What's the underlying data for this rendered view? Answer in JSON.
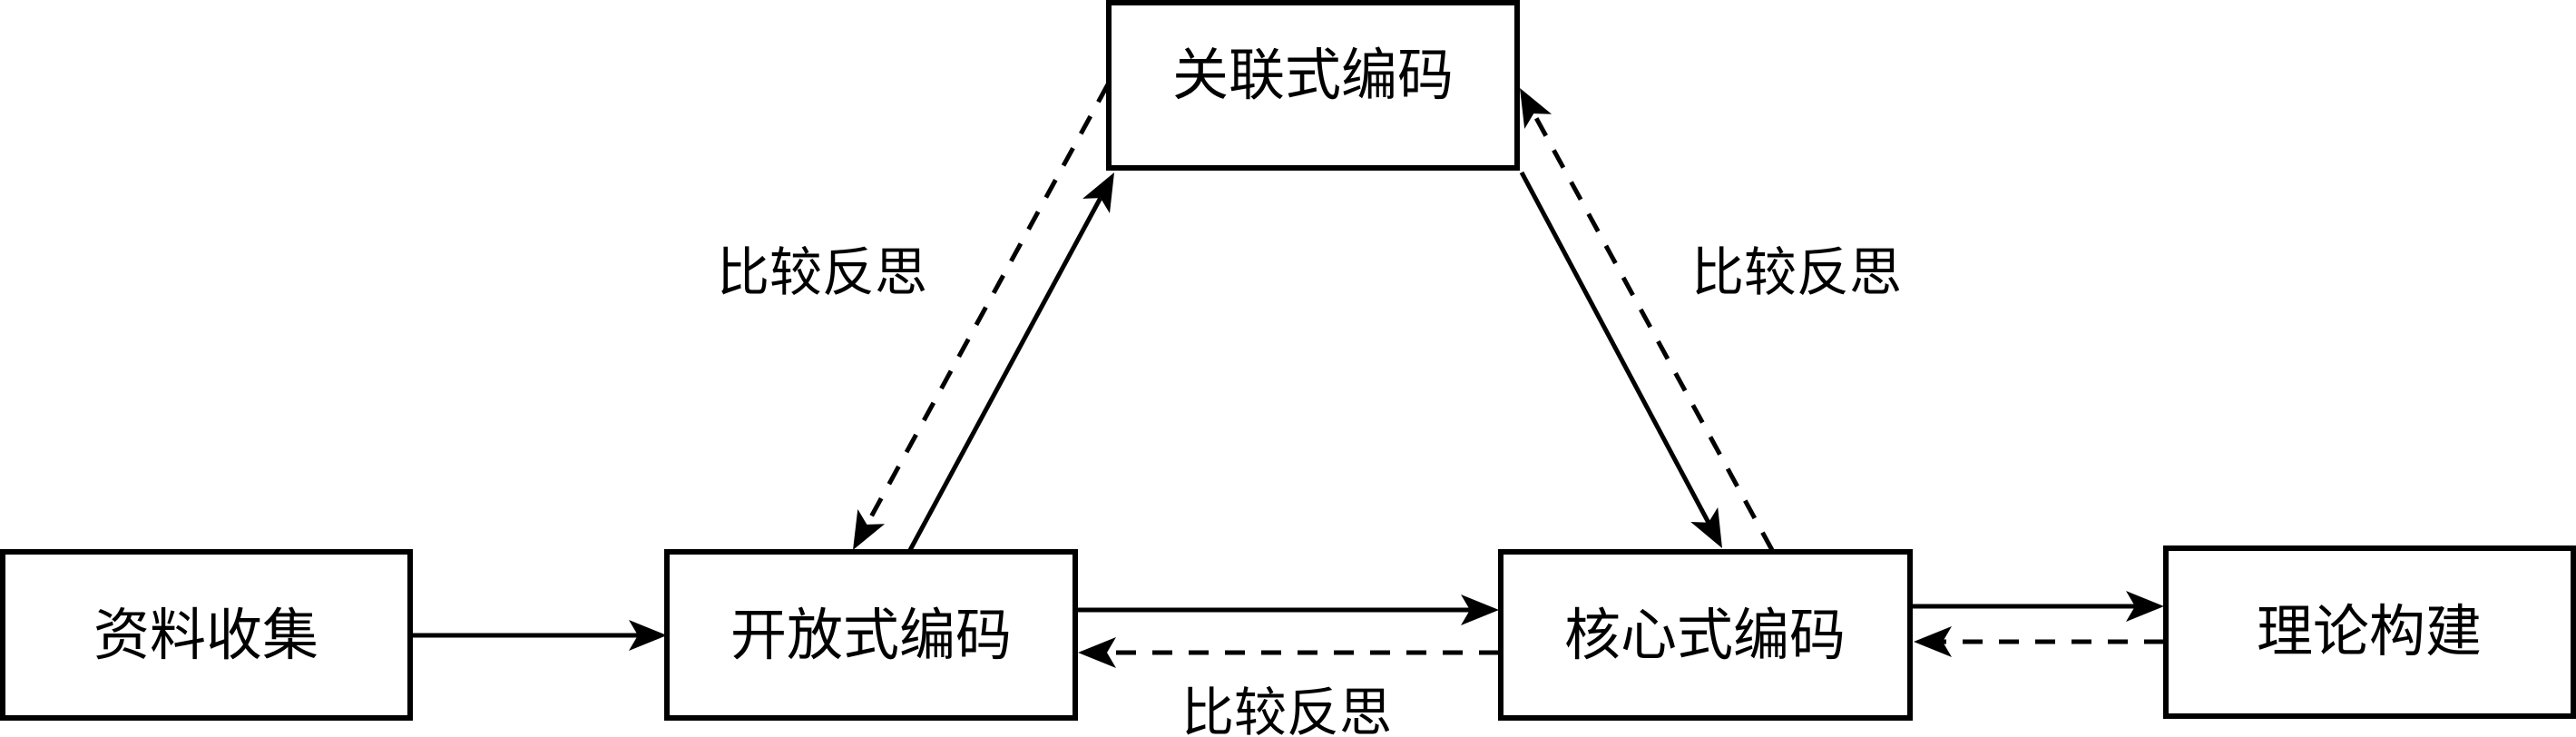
{
  "diagram": {
    "type": "flowchart",
    "nodes": [
      {
        "id": "collect",
        "label": "资料收集"
      },
      {
        "id": "open",
        "label": "开放式编码"
      },
      {
        "id": "axial",
        "label": "关联式编码"
      },
      {
        "id": "core",
        "label": "核心式编码"
      },
      {
        "id": "theory",
        "label": "理论构建"
      }
    ],
    "edges": [
      {
        "from": "collect",
        "to": "open",
        "style": "solid"
      },
      {
        "from": "open",
        "to": "axial",
        "style": "solid"
      },
      {
        "from": "axial",
        "to": "open",
        "style": "dashed"
      },
      {
        "from": "axial",
        "to": "core",
        "style": "solid"
      },
      {
        "from": "core",
        "to": "axial",
        "style": "dashed"
      },
      {
        "from": "open",
        "to": "core",
        "style": "solid"
      },
      {
        "from": "core",
        "to": "open",
        "style": "dashed"
      },
      {
        "from": "core",
        "to": "theory",
        "style": "solid"
      },
      {
        "from": "theory",
        "to": "core",
        "style": "dashed"
      }
    ],
    "edge_labels": {
      "left_diagonal": "比较反思",
      "right_diagonal": "比较反思",
      "bottom": "比较反思"
    },
    "colors": {
      "stroke": "#000000",
      "background": "#ffffff"
    }
  }
}
